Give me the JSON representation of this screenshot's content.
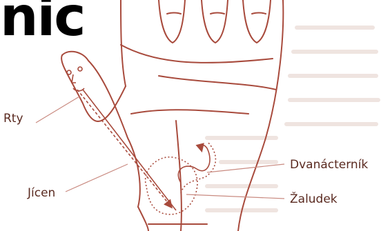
{
  "header_fragment": "nic",
  "labels": {
    "rty": "Rty",
    "jicen": "Jícen",
    "dvanacternik": "Dvanácterník",
    "zaludek": "Žaludek"
  },
  "colors": {
    "line": "#a84a3c",
    "leader": "#c98a80",
    "text": "#5a2a20",
    "watermark": "#efe4e0"
  }
}
